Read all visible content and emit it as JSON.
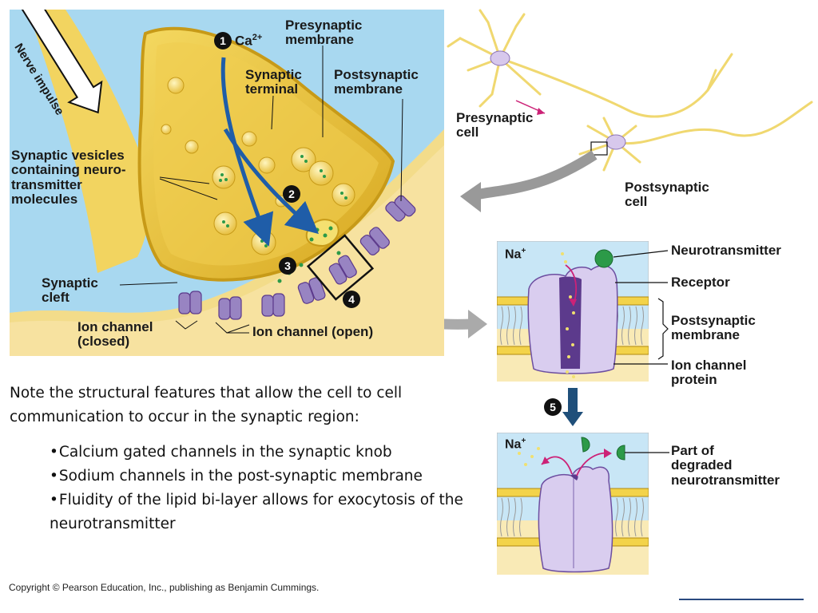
{
  "synapse": {
    "nerve_impulse": "Nerve impulse",
    "step1": "1",
    "ca": "Ca",
    "ca_sup": "2+",
    "presynaptic_membrane": [
      "Presynaptic",
      "membrane"
    ],
    "synaptic_terminal": [
      "Synaptic",
      "terminal"
    ],
    "postsynaptic_membrane": [
      "Postsynaptic",
      "membrane"
    ],
    "synaptic_vesicles": [
      "Synaptic vesicles",
      "containing neuro-",
      "transmitter",
      "molecules"
    ],
    "step2": "2",
    "step3": "3",
    "step4": "4",
    "synaptic_cleft": [
      "Synaptic",
      "cleft"
    ],
    "ion_channel_closed": [
      "Ion channel",
      "(closed)"
    ],
    "ion_channel_open": "Ion channel (open)"
  },
  "neurons": {
    "presynaptic_cell": [
      "Presynaptic",
      "cell"
    ],
    "postsynaptic_cell": [
      "Postsynaptic",
      "cell"
    ]
  },
  "detail_open": {
    "na": "Na",
    "na_sup": "+",
    "neurotransmitter": "Neurotransmitter",
    "receptor": "Receptor",
    "postsynaptic_membrane": [
      "Postsynaptic",
      "membrane"
    ],
    "ion_channel_protein": [
      "Ion channel",
      "protein"
    ]
  },
  "step5": "5",
  "detail_closed": {
    "na": "Na",
    "na_sup": "+",
    "degraded": [
      "Part of",
      "degraded",
      "neurotransmitter"
    ]
  },
  "notes": {
    "intro": "Note the structural features that allow the cell to cell communication to occur in the synaptic region:",
    "bullet": "•",
    "items": [
      "Calcium gated channels in the synaptic knob",
      "Sodium channels in the post-synaptic membrane",
      "Fluidity of the lipid bi-layer allows for exocytosis of the neurotransmitter"
    ]
  },
  "copyright": "Copyright © Pearson Education, Inc., publishing as Benjamin Cummings.",
  "colors": {
    "sky": "#a8d8f0",
    "cream": "#f8e6a8",
    "terminal_gold": "#e8c640",
    "terminal_dark": "#c79a18",
    "receptor_purple": "#8f7bb8",
    "channel_dark": "#5c3a8c",
    "arrow_blue": "#1f5da8",
    "arrow_magenta": "#cc2277",
    "green_nt": "#2c9a48"
  }
}
